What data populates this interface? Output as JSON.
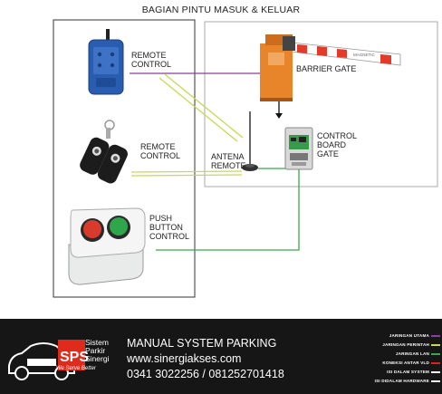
{
  "title": "BAGIAN PINTU MASUK & KELUAR",
  "labels": {
    "remote1": "REMOTE\nCONTROL",
    "remote2": "REMOTE\nCONTROL",
    "antenna": "ANTENA\nREMOTE",
    "barrier": "BARRIER GATE",
    "board": "CONTROL\nBOARD\nGATE",
    "push": "PUSH\nBUTTON\nCONTROL"
  },
  "barrier_arm_text": "MAGNETIC",
  "footer": {
    "logo_letters": "SPS",
    "brand_lines": [
      "Sistem",
      "Parkir",
      "Sinergi"
    ],
    "tagline": "We Serve Better",
    "line1": "MANUAL SYSTEM PARKING",
    "line2": "www.sinergiakses.com",
    "line3": "0341 3022256 / 081252701418"
  },
  "legend": [
    {
      "label": "JARINGAN UTAMA",
      "color": "#8e3aa0"
    },
    {
      "label": "JARINGAN PERINTAH",
      "color": "#c8d850"
    },
    {
      "label": "JARINGAN LAN",
      "color": "#3aa84a"
    },
    {
      "label": "KONEKSI ANTAR VLD",
      "color": "#e02020"
    },
    {
      "label": "ISI DALAM SYSTEM",
      "color": "#ffffff"
    },
    {
      "label": "ISI DIDALAM HARDWARE",
      "color": "#ffffff"
    }
  ],
  "colors": {
    "main_network": "#8e3aa0",
    "command_network": "#c8d850",
    "lan_network": "#3aa84a",
    "barrier_orange": "#e8852a",
    "remote_blue": "#2a5db0"
  }
}
